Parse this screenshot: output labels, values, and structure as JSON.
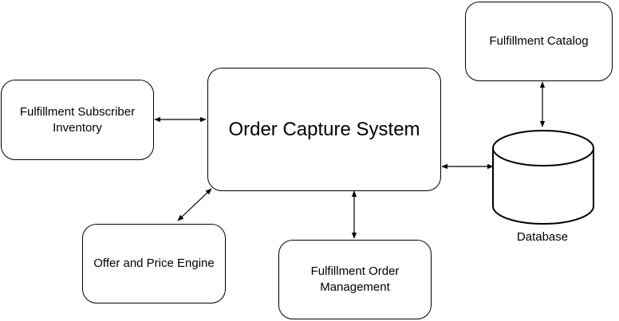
{
  "nodes": {
    "order_capture": "Order Capture System",
    "subscriber_inventory": "Fulfillment Subscriber\nInventory",
    "offer_price": "Offer and Price Engine",
    "order_management": "Fulfillment Order\nManagement",
    "catalog": "Fulfillment Catalog",
    "database": "Database"
  },
  "colors": {
    "stroke": "#000000",
    "fill": "#ffffff"
  }
}
